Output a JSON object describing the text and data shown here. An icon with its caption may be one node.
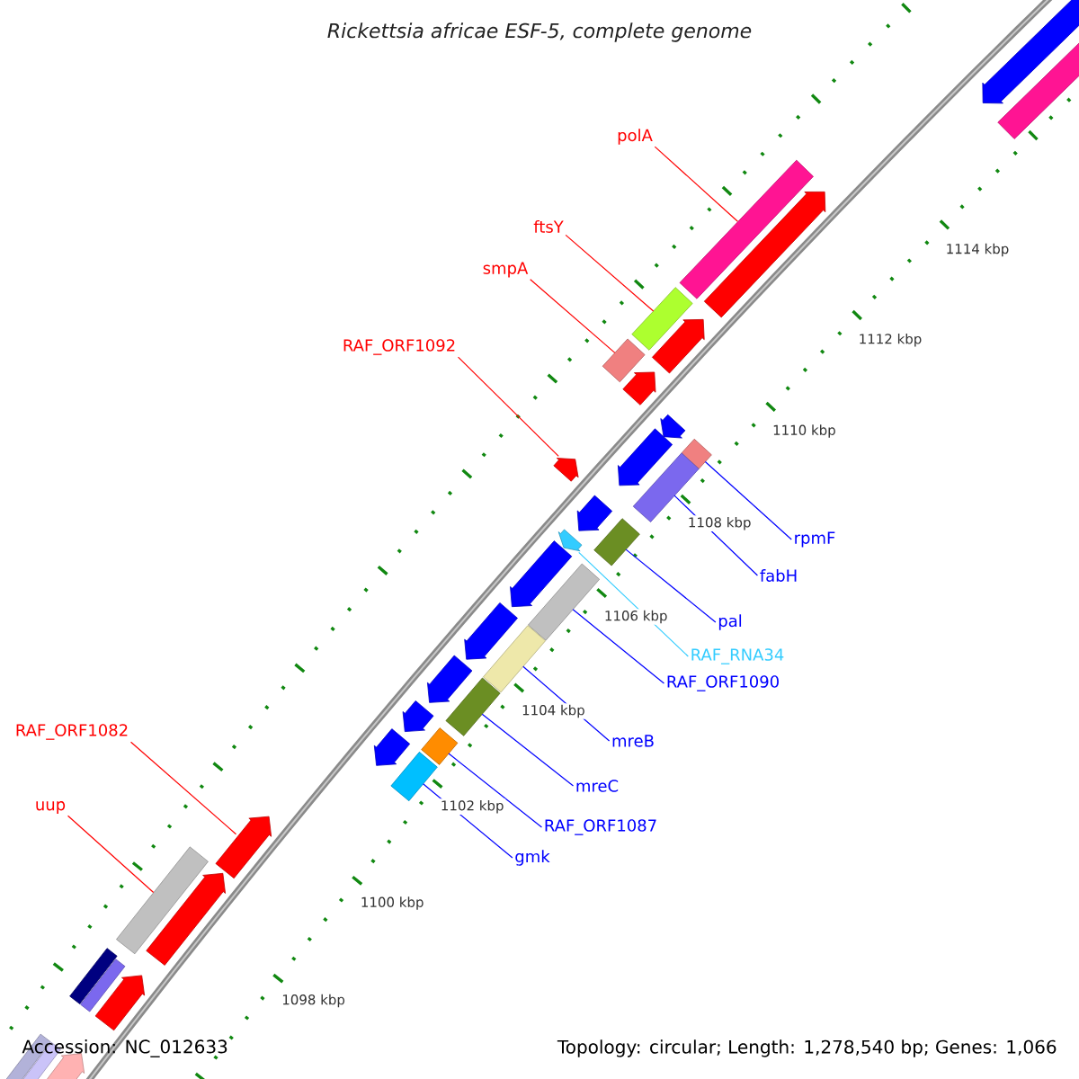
{
  "diagram": {
    "title": "Rickettsia africae ESF-5, complete genome",
    "nodes": [
      {
        "text": [
          "polA"
        ]
      },
      {
        "text": [
          "ftsY"
        ]
      },
      {
        "text": [
          "smpA"
        ]
      },
      {
        "text": [
          "RAF_ORF1092"
        ]
      },
      {
        "text": [
          "rpmF"
        ]
      },
      {
        "text": [
          "fabH"
        ]
      },
      {
        "text": [
          "pal"
        ]
      },
      {
        "text": [
          "RAF_RNA34"
        ]
      },
      {
        "text": [
          "RAF_ORF1090"
        ]
      },
      {
        "text": [
          "mreB"
        ]
      },
      {
        "text": [
          "mreC"
        ]
      },
      {
        "text": [
          "RAF_ORF1087"
        ]
      },
      {
        "text": [
          "gmk"
        ]
      },
      {
        "text": [
          "RAF_ORF1082"
        ]
      },
      {
        "text": [
          "uup"
        ]
      },
      {
        "text": [],
        "shape": "arrow"
      },
      {
        "text": [],
        "shape": "bar"
      },
      {
        "text": [],
        "shape": "bar"
      },
      {
        "text": [],
        "shape": "arrow"
      },
      {
        "text": [],
        "shape": "bar"
      },
      {
        "text": [],
        "shape": "arrow"
      },
      {
        "text": [],
        "shape": "bar"
      },
      {
        "text": [],
        "shape": "arrow"
      },
      {
        "text": [],
        "shape": "arrow"
      },
      {
        "text": [],
        "shape": "bar"
      },
      {
        "text": [],
        "shape": "arrow"
      },
      {
        "text": [],
        "shape": "arrow"
      },
      {
        "text": [],
        "shape": "bar"
      },
      {
        "text": [],
        "shape": "arrow"
      },
      {
        "text": [],
        "shape": "arrow"
      },
      {
        "text": [],
        "shape": "bar"
      },
      {
        "text": [],
        "shape": "arrow"
      },
      {
        "text": [],
        "shape": "bar"
      },
      {
        "text": [],
        "shape": "arrow"
      },
      {
        "text": [],
        "shape": "bar"
      },
      {
        "text": [],
        "shape": "arrow"
      },
      {
        "text": [],
        "shape": "bar"
      },
      {
        "text": [],
        "shape": "arrow"
      },
      {
        "text": [],
        "shape": "bar"
      },
      {
        "text": [],
        "shape": "arrow"
      },
      {
        "text": [],
        "shape": "bar"
      },
      {
        "text": [],
        "shape": "arrow"
      },
      {
        "text": [],
        "shape": "bar"
      },
      {
        "text": [],
        "shape": "arrow"
      },
      {
        "text": [],
        "shape": "bar"
      },
      {
        "text": [],
        "shape": "bar"
      },
      {
        "text": [],
        "shape": "arrow"
      },
      {
        "text": [],
        "shape": "bar"
      },
      {
        "text": [],
        "shape": "bar"
      },
      {
        "text": [],
        "shape": "arrow"
      }
    ],
    "edges": [
      {
        "from": 0,
        "to": 17,
        "arrow": "none",
        "color": "#ff0000"
      },
      {
        "from": 1,
        "to": 19,
        "arrow": "none",
        "color": "#ff0000"
      },
      {
        "from": 2,
        "to": 21,
        "arrow": "none",
        "color": "#ff0000"
      },
      {
        "from": 3,
        "to": 26,
        "arrow": "none",
        "color": "#ff0000"
      },
      {
        "from": 4,
        "to": 24,
        "arrow": "none"
      },
      {
        "from": 5,
        "to": 27,
        "arrow": "none"
      },
      {
        "from": 6,
        "to": 30,
        "arrow": "none"
      },
      {
        "from": 7,
        "to": 29,
        "arrow": "none",
        "color": "#33ccff"
      },
      {
        "from": 8,
        "to": 32,
        "arrow": "none"
      },
      {
        "from": 9,
        "to": 34,
        "arrow": "none"
      },
      {
        "from": 10,
        "to": 36,
        "arrow": "none"
      },
      {
        "from": 11,
        "to": 38,
        "arrow": "none"
      },
      {
        "from": 12,
        "to": 40,
        "arrow": "none"
      },
      {
        "from": 13,
        "to": 41,
        "arrow": "none",
        "color": "#ff0000"
      },
      {
        "from": 14,
        "to": 42,
        "arrow": "none",
        "color": "#ff0000"
      }
    ],
    "labels": [
      "1114 kbp",
      "1112 kbp",
      "1110 kbp",
      "1108 kbp",
      "1106 kbp",
      "1104 kbp",
      "1102 kbp",
      "1100 kbp",
      "1098 kbp",
      "Accession: NC_012633",
      "Topology: circular; Length: 1,278,540 bp; Genes: 1,066"
    ]
  }
}
